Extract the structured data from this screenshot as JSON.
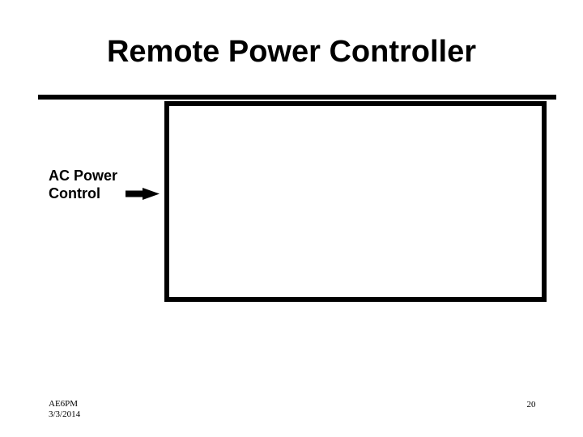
{
  "slide": {
    "title": "Remote Power Controller",
    "callout": {
      "label_line1": "AC Power",
      "label_line2": "Control",
      "arrow_icon": "right-block-arrow"
    },
    "footer": {
      "author": "AE6PM",
      "date": "3/3/2014",
      "slide_number": "20"
    },
    "colors": {
      "foreground": "#000000",
      "background": "#ffffff"
    }
  }
}
